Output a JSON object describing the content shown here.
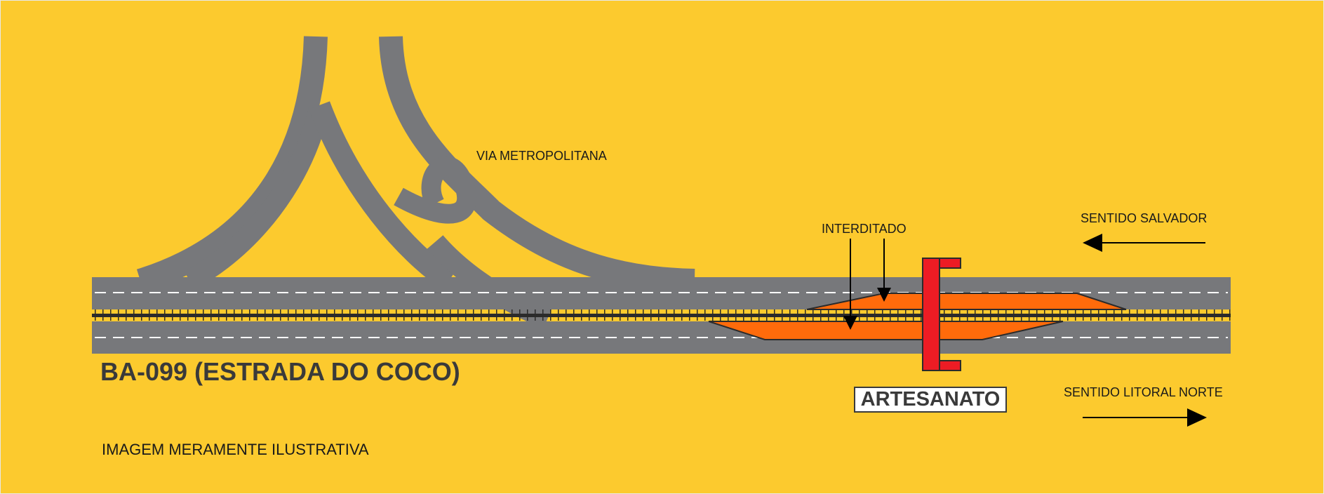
{
  "labels": {
    "via_metropolitana": "VIA METROPOLITANA",
    "interditado": "INTERDITADO",
    "sentido_salvador": "SENTIDO SALVADOR",
    "sentido_litoral_norte": "SENTIDO LITORAL NORTE",
    "road_name": "BA-099 (ESTRADA DO COCO)",
    "artesanato": "ARTESANATO",
    "disclaimer": "IMAGEM MERAMENTE ILUSTRATIVA"
  },
  "colors": {
    "background": "#FCCA2E",
    "road": "#77787B",
    "lane_marking": "#FFFFFF",
    "median": "#2B2B2B",
    "closed_zone": "#FF6B0B",
    "footbridge": "#ED1C24",
    "arrow": "#000000"
  }
}
